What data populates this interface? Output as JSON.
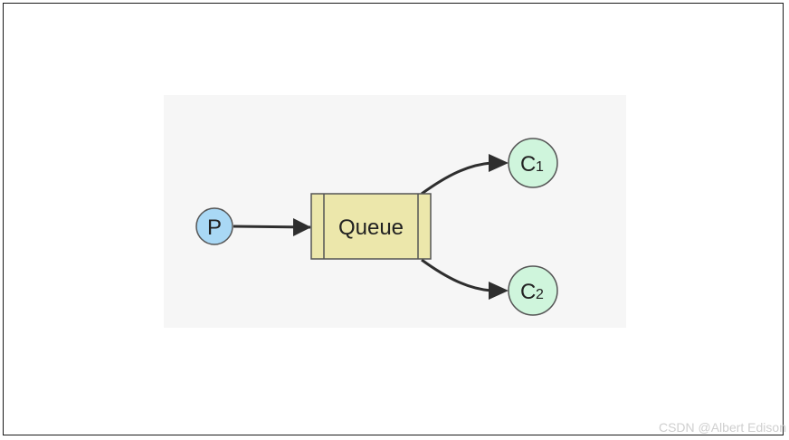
{
  "diagram": {
    "producer": {
      "label": "P",
      "fill": "#a9d8f5"
    },
    "queue": {
      "label": "Queue",
      "fill": "#ece7ab"
    },
    "consumers": [
      {
        "letter": "C",
        "sub": "1",
        "fill": "#cff5dc"
      },
      {
        "letter": "C",
        "sub": "2",
        "fill": "#cff5dc"
      }
    ],
    "edge_color": "#2e2e2e",
    "panel_color": "#f6f6f6"
  },
  "watermark": "CSDN @Albert Edison"
}
